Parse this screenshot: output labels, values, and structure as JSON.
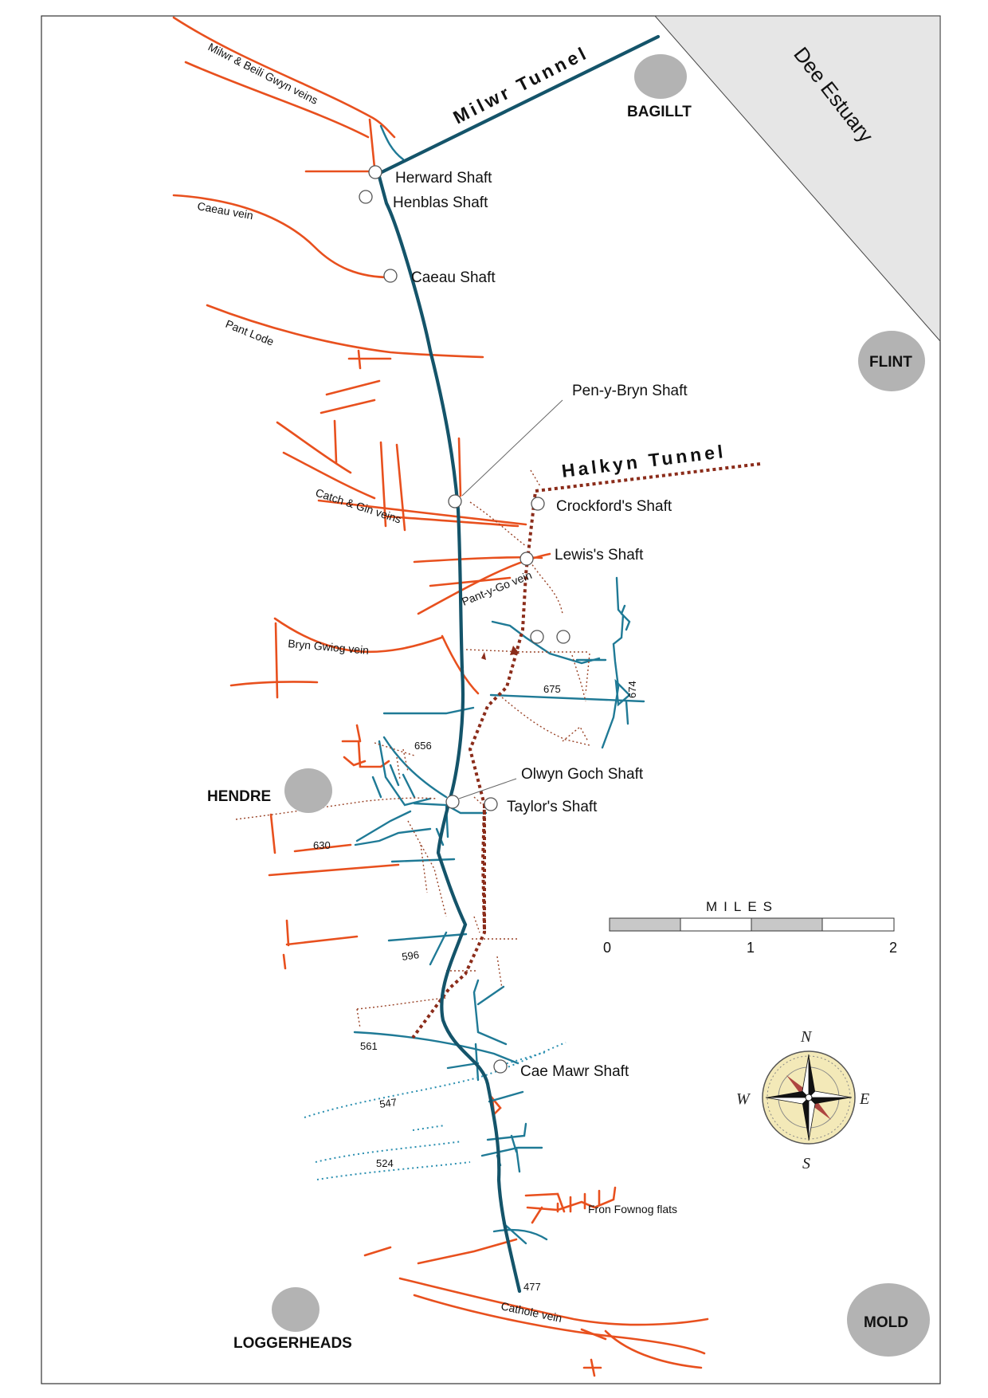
{
  "map": {
    "region": "Dee Estuary",
    "tunnels": {
      "milwr": "Milwr Tunnel",
      "halkyn": "Halkyn Tunnel"
    },
    "towns": {
      "bagillt": "BAGILLT",
      "flint": "FLINT",
      "hendre": "HENDRE",
      "loggerheads": "LOGGERHEADS",
      "mold": "MOLD"
    },
    "shafts": {
      "herward": "Herward Shaft",
      "henblas": "Henblas Shaft",
      "caeau": "Caeau Shaft",
      "penybryn": "Pen-y-Bryn Shaft",
      "crockford": "Crockford's Shaft",
      "lewis": "Lewis's Shaft",
      "olwyn": "Olwyn Goch Shaft",
      "taylor": "Taylor's Shaft",
      "caemawr": "Cae Mawr Shaft"
    },
    "veins": {
      "milwr_beili": "Milwr & Beili Gwyn veins",
      "caeau": "Caeau vein",
      "pant": "Pant Lode",
      "catch_gin": "Catch & Gin veins",
      "pant_y_go": "Pant-y-Go vein",
      "bryn_gwiog": "Bryn Gwiog vein",
      "cathole": "Cathole vein",
      "fron_fownog": "Fron Fownog flats"
    },
    "levels": {
      "l674": "674",
      "l675": "675",
      "l656": "656",
      "l630": "630",
      "l596": "596",
      "l561": "561",
      "l547": "547",
      "l524": "524",
      "l477": "477"
    },
    "scale": {
      "label": "MILES",
      "ticks": [
        "0",
        "1",
        "2"
      ]
    },
    "compass": {
      "n": "N",
      "s": "S",
      "e": "E",
      "w": "W"
    },
    "colors": {
      "veins": "#e8501e",
      "milwr_tunnel": "#14546a",
      "levels": "#1f7a96",
      "halkyn_tunnel": "#8b2c1a",
      "towns": "#b3b3b3",
      "estuary": "#e6e6e6"
    }
  }
}
